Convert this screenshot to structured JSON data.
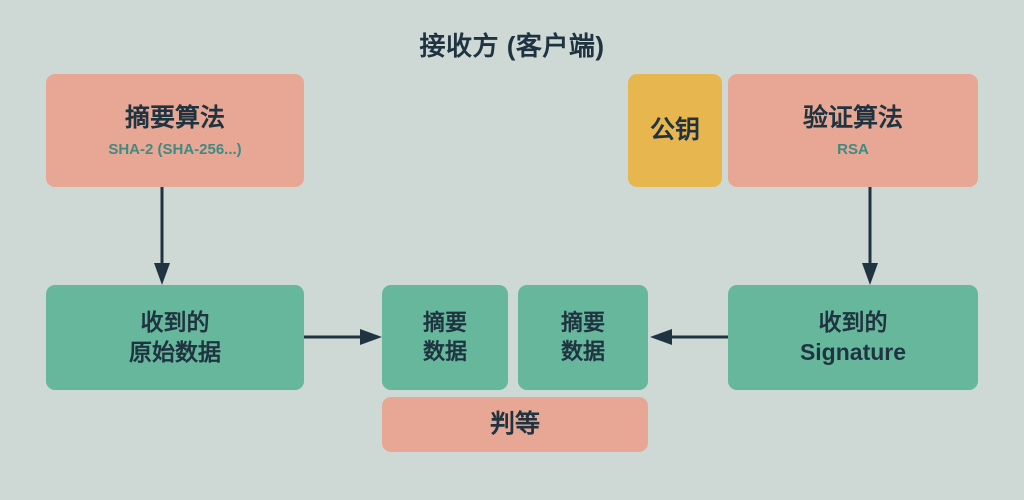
{
  "diagram": {
    "title": "接收方 (客户端)",
    "background_color": "#ced9d6",
    "palette": {
      "salmon": "#e8a794",
      "green": "#66b79b",
      "amber": "#e8b64f",
      "text": "#1f3440",
      "subtext_teal": "#3d8b82",
      "arrow": "#1f3440"
    },
    "boxes": {
      "digest_algo": {
        "label": "摘要算法",
        "sub": "SHA-2 (SHA-256...)",
        "color": "#e8a794"
      },
      "public_key": {
        "label": "公钥",
        "sub": "",
        "color": "#e8b64f"
      },
      "verify_algo": {
        "label": "验证算法",
        "sub": "RSA",
        "color": "#e8a794"
      },
      "received_data": {
        "label": "收到的\n原始数据",
        "sub": "",
        "color": "#66b79b"
      },
      "digest_left": {
        "label": "摘要\n数据",
        "sub": "",
        "color": "#66b79b"
      },
      "digest_right": {
        "label": "摘要\n数据",
        "sub": "",
        "color": "#66b79b"
      },
      "received_sig": {
        "label": "收到的\nSignature",
        "sub": "",
        "color": "#66b79b"
      },
      "compare": {
        "label": "判等",
        "sub": "",
        "color": "#e8a794"
      }
    },
    "arrows": [
      {
        "name": "digest-algo-to-received-data",
        "direction": "down"
      },
      {
        "name": "verify-algo-to-received-signature",
        "direction": "down"
      },
      {
        "name": "received-data-to-digest-left",
        "direction": "right"
      },
      {
        "name": "received-signature-to-digest-right",
        "direction": "left"
      }
    ]
  }
}
